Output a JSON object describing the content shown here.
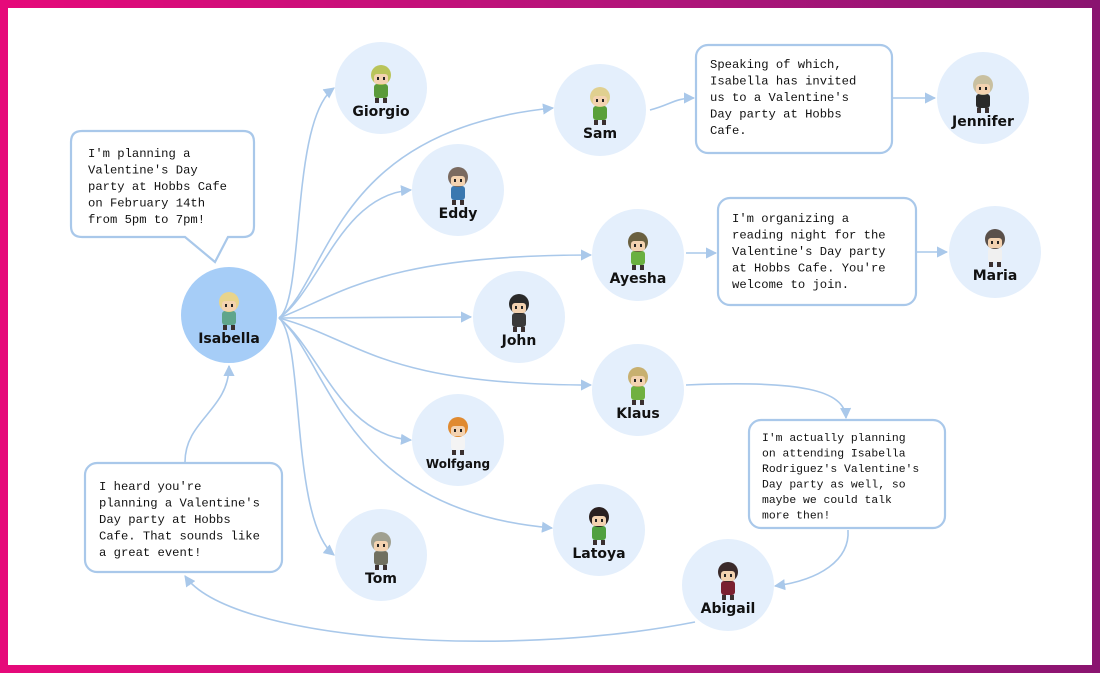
{
  "colors": {
    "edge": "#a9c8ea",
    "node": "#e4effc",
    "main_node": "#a6cdf7"
  },
  "agents": {
    "isabella": "Isabella",
    "giorgio": "Giorgio",
    "sam": "Sam",
    "jennifer": "Jennifer",
    "eddy": "Eddy",
    "ayesha": "Ayesha",
    "maria": "Maria",
    "john": "John",
    "klaus": "Klaus",
    "wolfgang": "Wolfgang",
    "latoya": "Latoya",
    "tom": "Tom",
    "abigail": "Abigail"
  },
  "messages": {
    "isabella": [
      "I'm planning a",
      "Valentine's Day",
      "party at Hobbs Cafe",
      "on February 14th",
      "from 5pm to 7pm!"
    ],
    "sam_to_jennifer": [
      "Speaking of which,",
      "Isabella has invited",
      "us to a Valentine's",
      "Day party at Hobbs",
      "Cafe."
    ],
    "ayesha_to_maria": [
      "I'm organizing a",
      "reading night for the",
      "Valentine's Day party",
      "at Hobbs Cafe. You're",
      "welcome to join."
    ],
    "klaus_to_abigail": [
      "I'm actually planning",
      "on attending Isabella",
      "Rodriguez's Valentine's",
      "Day party as well, so",
      "maybe we could talk",
      "more then!"
    ],
    "abigail_to_isabella": [
      "I heard you're",
      "planning a Valentine's",
      "Day party at Hobbs",
      "Cafe. That sounds like",
      "a great event!"
    ]
  }
}
